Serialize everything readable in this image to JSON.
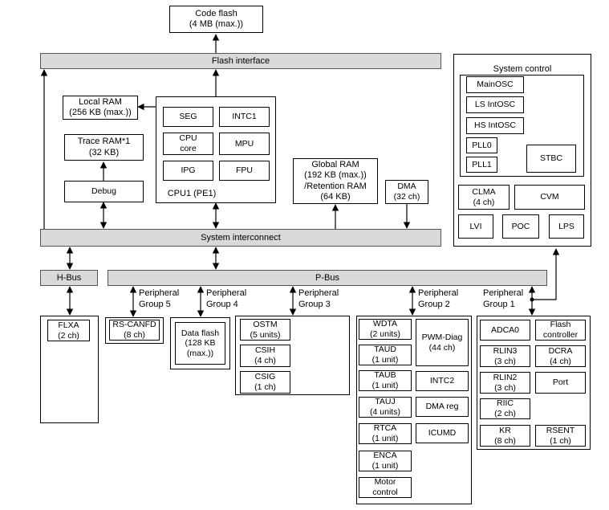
{
  "code_flash": "Code flash\n(4 MB (max.))",
  "flash_interface": "Flash interface",
  "local_ram": "Local RAM\n(256 KB (max.))",
  "trace_ram": "Trace RAM*1\n(32 KB)",
  "debug": "Debug",
  "cpu": {
    "title": "CPU1 (PE1)",
    "seg": "SEG",
    "intc1": "INTC1",
    "cpu_core": "CPU\ncore",
    "mpu": "MPU",
    "ipg": "IPG",
    "fpu": "FPU"
  },
  "global_ram": "Global RAM\n(192 KB (max.))\n/Retention RAM\n(64 KB)",
  "dma": "DMA\n(32 ch)",
  "system_control": {
    "title": "System control",
    "mainosc": "MainOSC",
    "ls_intosc": "LS IntOSC",
    "hs_intosc": "HS IntOSC",
    "pll0": "PLL0",
    "pll1": "PLL1",
    "stbc": "STBC",
    "clma": "CLMA\n(4 ch)",
    "cvm": "CVM",
    "lvi": "LVI",
    "poc": "POC",
    "lps": "LPS"
  },
  "system_interconnect": "System interconnect",
  "h_bus": "H-Bus",
  "p_bus": "P-Bus",
  "groups": {
    "g5": "Peripheral\nGroup 5",
    "g4": "Peripheral\nGroup 4",
    "g3": "Peripheral\nGroup 3",
    "g2": "Peripheral\nGroup 2",
    "g1": "Peripheral\nGroup 1"
  },
  "flxa": "FLXA\n(2 ch)",
  "rs_canfd": "RS-CANFD\n(8 ch)",
  "data_flash": "Data flash\n(128 KB\n(max.))",
  "g3_items": {
    "ostm": "OSTM\n(5 units)",
    "csih": "CSIH\n(4 ch)",
    "csig": "CSIG\n(1 ch)"
  },
  "g2_items": {
    "wdta": "WDTA\n(2 units)",
    "taud": "TAUD\n(1 unit)",
    "taub": "TAUB\n(1 unit)",
    "tauj": "TAUJ\n(4 units)",
    "rtca": "RTCA\n(1 unit)",
    "enca": "ENCA\n(1 unit)",
    "motor": "Motor\ncontrol",
    "pwm_diag": "PWM-Diag\n(44 ch)",
    "intc2": "INTC2",
    "dma_reg": "DMA reg",
    "icumd": "ICUMD"
  },
  "g1_items": {
    "adca0": "ADCA0",
    "flash_ctrl": "Flash\ncontroller",
    "rlin3": "RLIN3\n(3 ch)",
    "dcra": "DCRA\n(4 ch)",
    "rlin2": "RLIN2\n(3 ch)",
    "port": "Port",
    "riic": "RIIC\n(2 ch)",
    "kr": "KR\n(8 ch)",
    "rsent": "RSENT\n(1 ch)"
  }
}
